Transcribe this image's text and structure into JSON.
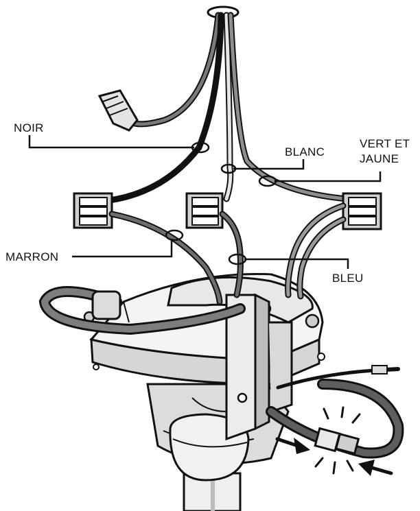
{
  "labels": {
    "noir": "NOIR",
    "blanc": "BLANC",
    "vert_et_jaune_line1": "VERT ET",
    "vert_et_jaune_line2": "JAUNE",
    "marron": "MARRON",
    "bleu": "BLEU"
  },
  "colors": {
    "outline": "#111111",
    "wire_gray": "#6e6e6e",
    "wire_black": "#111111",
    "wire_light": "#d0d0d0",
    "metal_light": "#f2f2f2",
    "metal_mid": "#c9c9c9",
    "metal_dark": "#8e8e8e",
    "connector_gray": "#9a9a9a"
  }
}
